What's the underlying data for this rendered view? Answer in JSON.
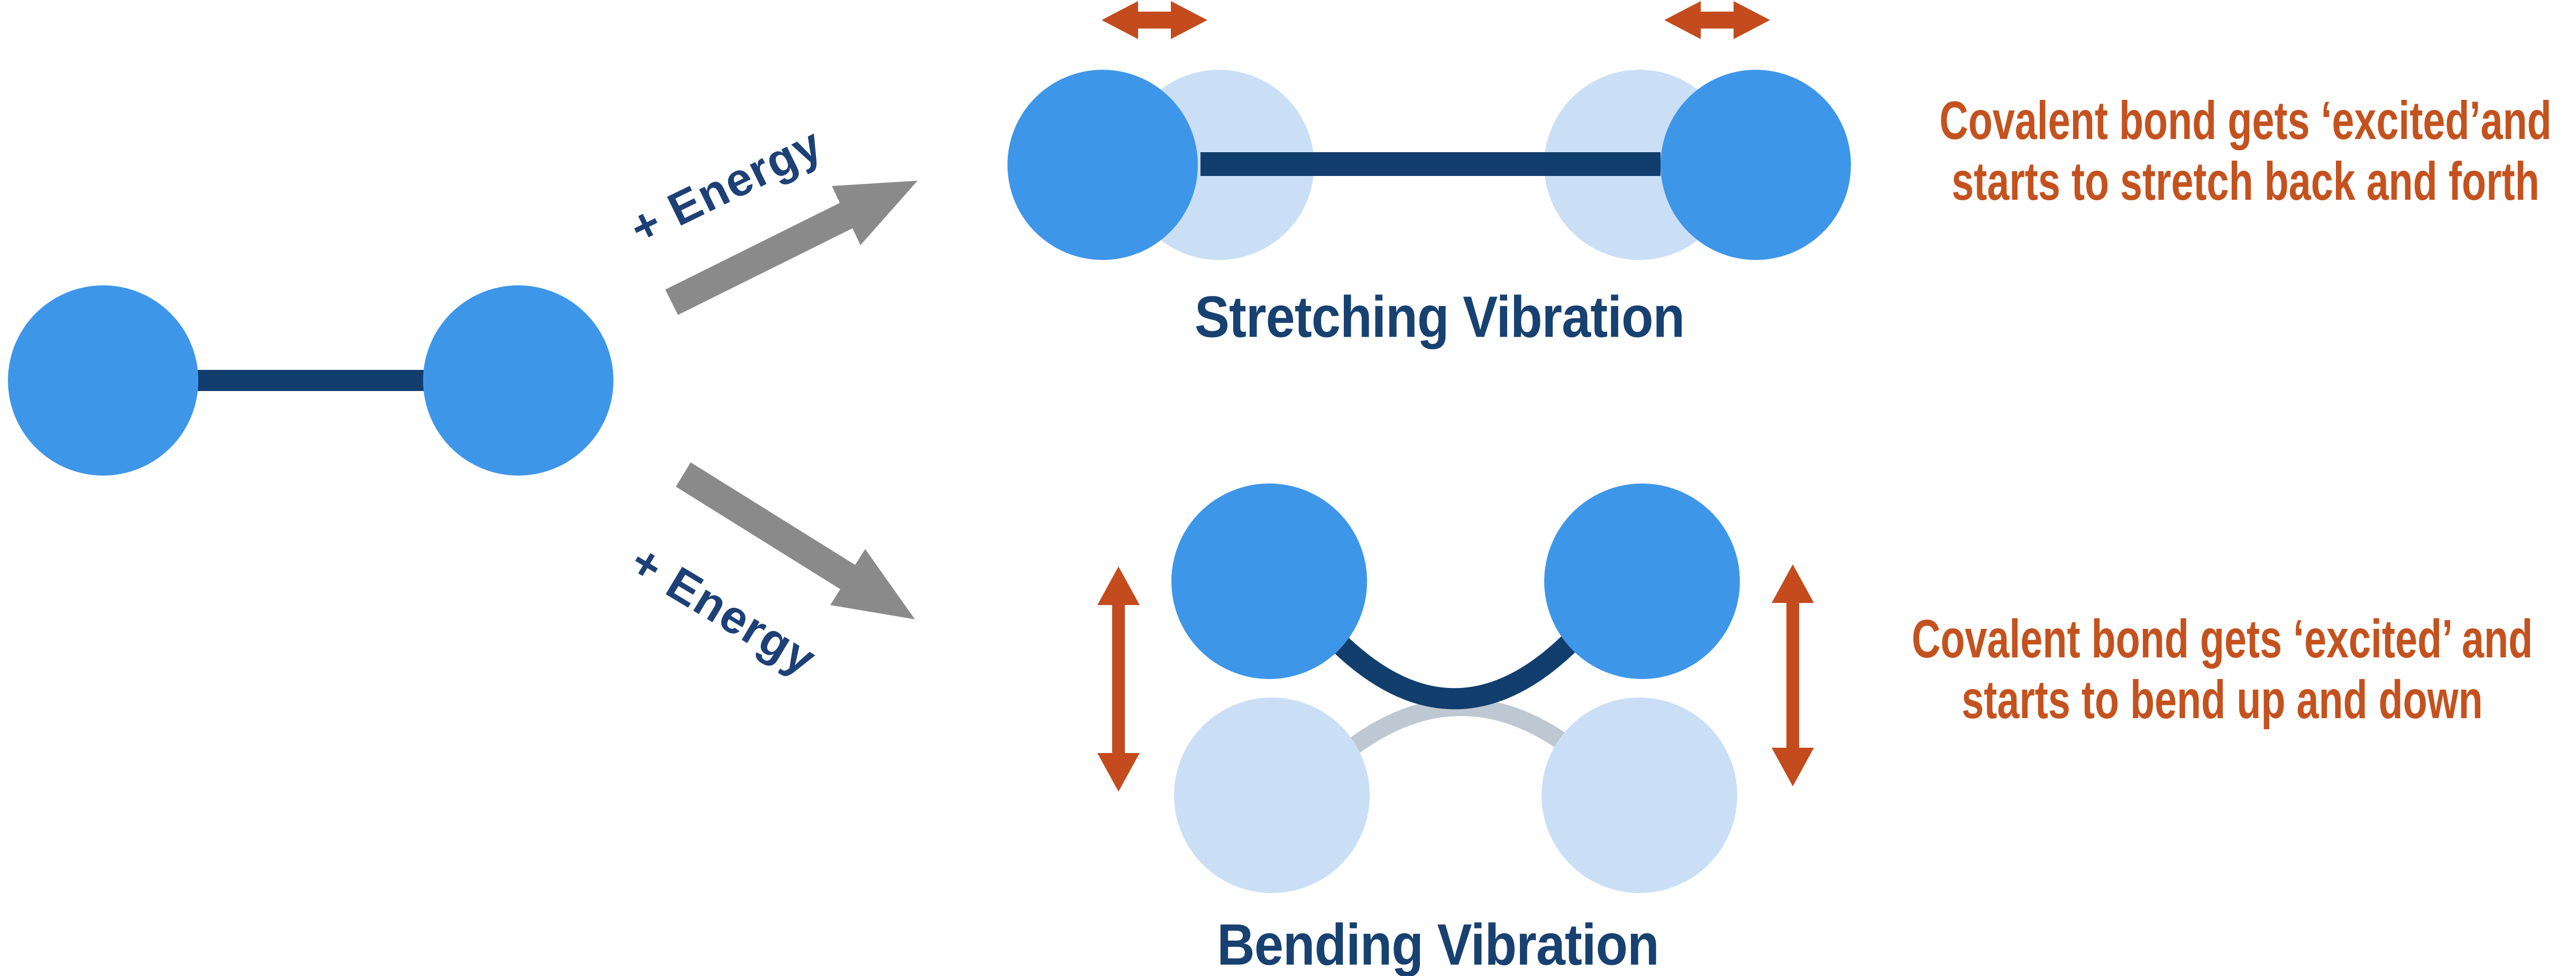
{
  "energy": {
    "top_label": "+ Energy",
    "bottom_label": "+ Energy"
  },
  "stretching": {
    "title": "Stretching Vibration",
    "caption_line1": "Covalent bond gets ‘excited’and",
    "caption_line2": "starts to stretch back and forth"
  },
  "bending": {
    "title": "Bending Vibration",
    "caption_line1": "Covalent bond gets ‘excited’ and",
    "caption_line2": "starts to bend up and down"
  },
  "colors": {
    "atom_blue": "#3E96E8",
    "atom_ghost_blue": "#CADFF5",
    "bond_navy": "#113E6D",
    "ghost_bond_gray": "#BDC8D2",
    "energy_arrow_gray": "#8A8A8A",
    "vibration_arrow_orange": "#C34B1D",
    "caption_orange": "#C4521E",
    "label_navy": "#1D4076"
  }
}
